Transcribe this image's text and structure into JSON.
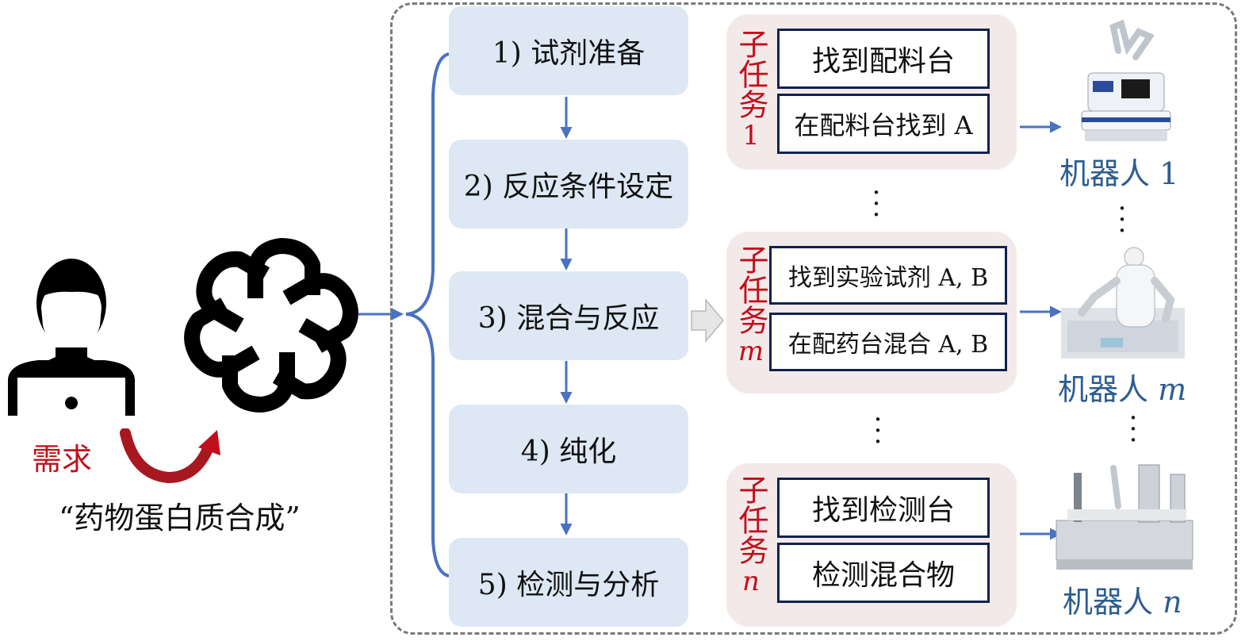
{
  "user": {
    "request_label": "需求",
    "request_text": "“药物蛋白质合成”"
  },
  "steps": [
    "1) 试剂准备",
    "2) 反应条件设定",
    "3) 混合与反应",
    "4) 纯化",
    "5) 检测与分析"
  ],
  "subtask_label": "子任务",
  "groups": [
    {
      "index": "1",
      "tasks": [
        "找到配料台",
        "在配料台找到 A"
      ]
    },
    {
      "index": "m",
      "tasks": [
        "找到实验试剂 A, B",
        "在配药台混合 A, B"
      ]
    },
    {
      "index": "n",
      "tasks": [
        "找到检测台",
        "检测混合物"
      ]
    }
  ],
  "robot_label": "机器人",
  "robots": [
    {
      "index": "1"
    },
    {
      "index": "m"
    },
    {
      "index": "n"
    }
  ],
  "colors": {
    "accent_red": "#c0101c",
    "arrow_blue": "#4a72c0",
    "robot_blue": "#2e5d90",
    "step_fill": "#dde8f4",
    "group_fill": "#f4e9e9"
  },
  "icons": [
    "user-laptop-icon",
    "openai-logo",
    "curved-arrow-icon",
    "robot-image"
  ]
}
